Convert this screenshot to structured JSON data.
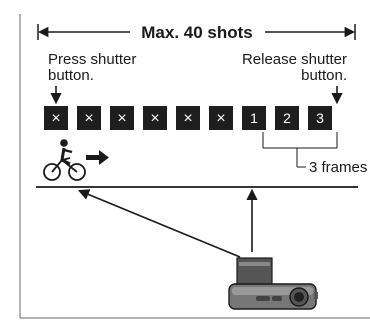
{
  "title": "Max. 40 shots",
  "left_note": {
    "line1": "Press shutter",
    "line2": "button."
  },
  "right_note": {
    "line1": "Release shutter",
    "line2": "button."
  },
  "skipped_frame_symbol": "×",
  "frames": [
    {
      "label": "×",
      "kept": false
    },
    {
      "label": "×",
      "kept": false
    },
    {
      "label": "×",
      "kept": false
    },
    {
      "label": "×",
      "kept": false
    },
    {
      "label": "×",
      "kept": false
    },
    {
      "label": "×",
      "kept": false
    },
    {
      "label": "1",
      "kept": true
    },
    {
      "label": "2",
      "kept": true
    },
    {
      "label": "3",
      "kept": true
    }
  ],
  "saved_frames_label": "3 frames",
  "colors": {
    "ink": "#1a1a1a",
    "frame_fill": "#1e1e1e",
    "frame_text": "#ffffff",
    "rule": "#555555"
  },
  "icons": [
    "cyclist-icon",
    "motion-arrow-icon",
    "camera-icon"
  ]
}
